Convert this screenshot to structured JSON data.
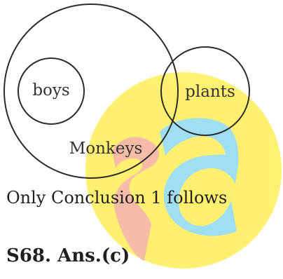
{
  "venn": {
    "sets": [
      {
        "id": "monkeys",
        "label": "Monkeys"
      },
      {
        "id": "boys",
        "label": "boys"
      },
      {
        "id": "plants",
        "label": "plants"
      }
    ],
    "relations": [
      {
        "set": "boys",
        "relation": "inside",
        "of": "monkeys"
      },
      {
        "set": "plants",
        "relation": "overlaps",
        "of": "monkeys"
      }
    ]
  },
  "conclusion": "Only Conclusion 1 follows",
  "answer": "S68. Ans.(c)",
  "watermark": {
    "description": "sa logo",
    "colors": {
      "circle": "#FFF06A",
      "s_shape": "#F7B9A4",
      "a_shape": "#9BDDF3"
    }
  },
  "colors": {
    "outline": "#2b2b2b",
    "text": "#1f1f1f"
  }
}
